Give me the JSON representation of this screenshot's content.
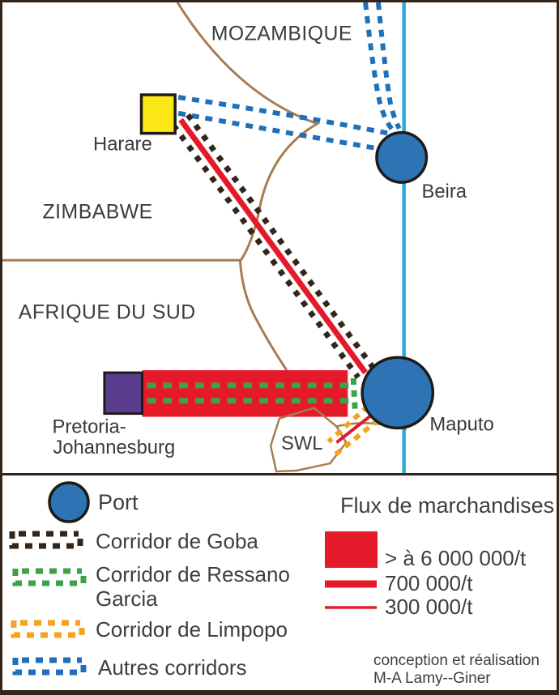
{
  "map": {
    "country_labels": {
      "mozambique": "MOZAMBIQUE",
      "zimbabwe": "ZIMBABWE",
      "afrique_du_sud": "AFRIQUE DU SUD"
    },
    "city_labels": {
      "harare": "Harare",
      "beira": "Beira",
      "maputo": "Maputo",
      "pretoria_line1": "Pretoria-",
      "pretoria_line2": "Johannesburg",
      "swl": "SWL"
    }
  },
  "legend": {
    "port_label": "Port",
    "corridors": [
      {
        "id": "goba",
        "label": "Corridor de Goba",
        "color": "#33251a"
      },
      {
        "id": "ressano-garcia",
        "label": "Corridor de Ressano Garcia",
        "color": "#3fa048"
      },
      {
        "id": "limpopo",
        "label": "Corridor de Limpopo",
        "color": "#f5a21d"
      },
      {
        "id": "autres",
        "label": "Autres corridors",
        "color": "#1f70b8"
      }
    ],
    "flux": {
      "title": "Flux de marchandises",
      "items": [
        {
          "label": "> à 6 000 000/t",
          "symbol": "filled-band"
        },
        {
          "label": "700 000/t",
          "symbol": "thick-line"
        },
        {
          "label": "300 000/t",
          "symbol": "thin-line"
        }
      ]
    },
    "credit_line1": "conception et réalisation",
    "credit_line2": "M-A Lamy--Giner"
  },
  "colors": {
    "flux_red": "#e5192a",
    "port_blue": "#2e74b5",
    "corridor_blue": "#1f70b8",
    "corridor_goba_dark": "#33251a",
    "corridor_green": "#3fa048",
    "corridor_orange": "#f5a21d",
    "border_brown": "#a87c4f",
    "coast_cyan": "#29abe2",
    "harare_yellow": "#fbe616",
    "pretoria_purple": "#5b3d8f",
    "outline_black": "#1e1a17",
    "text_dark": "#3e3e3e",
    "frame_dark": "#33241c"
  }
}
